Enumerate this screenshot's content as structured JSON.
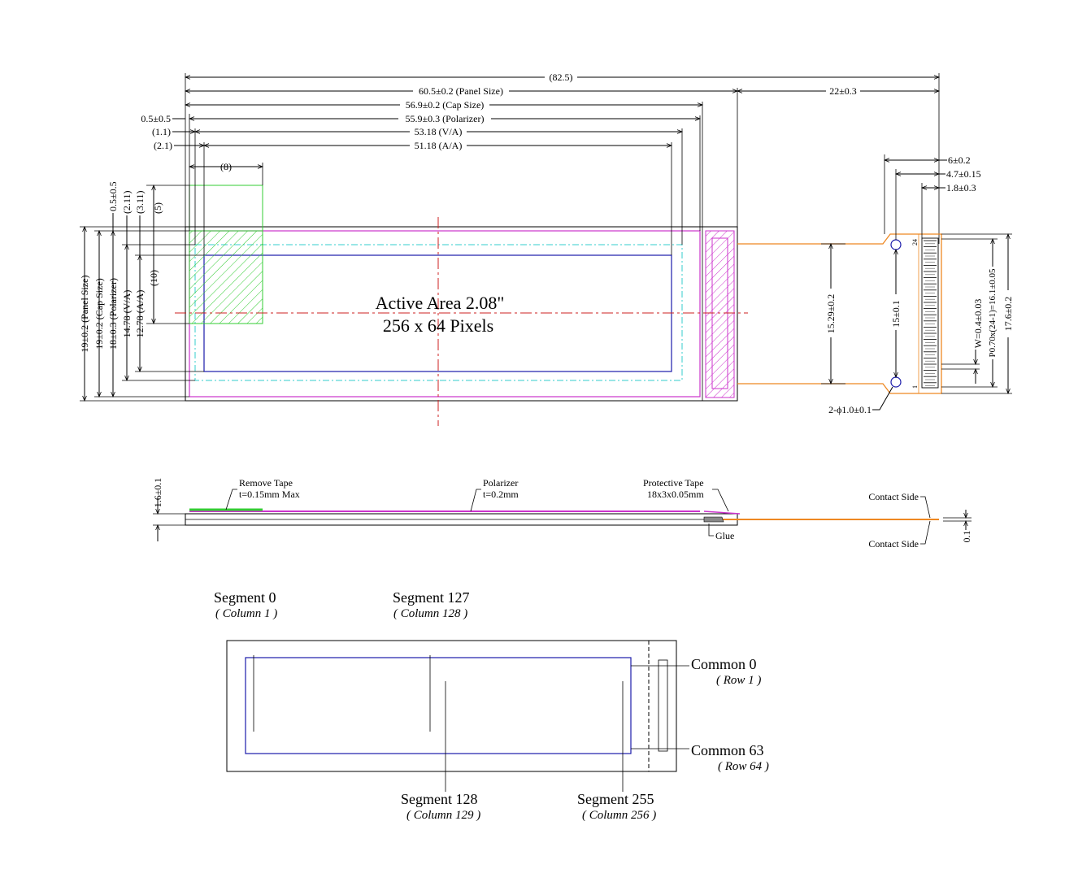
{
  "front_view": {
    "width_dims": {
      "overall": "(82.5)",
      "panel_size": "60.5±0.2 (Panel Size)",
      "fpc_length": "22±0.3",
      "cap_size": "56.9±0.2 (Cap Size)",
      "polarizer": "55.9±0.3 (Polarizer)",
      "va": "53.18 (V/A)",
      "aa": "51.18 (A/A)",
      "offset_0_5": "0.5±0.5",
      "offset_1_1": "(1.1)",
      "offset_2_1": "(2.1)",
      "tape_width": "(8)"
    },
    "height_dims": {
      "panel_size": "19±0.2 (Panel Size)",
      "cap_size": "19±0.2 (Cap Size)",
      "polarizer": "18±0.3 (Polarizer)",
      "va": "14.78 (V/A)",
      "aa": "12.78 (A/A)",
      "tape_height": "(10)",
      "offset_0_5": "0.5±0.5",
      "offset_2_11": "(2.11)",
      "offset_3_11": "(3.11)",
      "offset_5": "(5)"
    },
    "active_area_line1": "Active Area 2.08\"",
    "active_area_line2": "256 x 64 Pixels",
    "fpc_dims": {
      "d6": "6±0.2",
      "d4_7": "4.7±0.15",
      "d1_8": "1.8±0.3",
      "d15_29": "15.29±0.2",
      "d15": "15±0.1",
      "pin_w": "W=0.4±0.03",
      "pitch": "P0.70x(24-1)=16.1±0.05",
      "d17_6": "17.6±0.2",
      "holes": "2-ϕ1.0±0.1",
      "pin_top": "24",
      "pin_bottom": "1"
    }
  },
  "side_view": {
    "thickness": "1.6±0.1",
    "remove_tape": "Remove Tape",
    "remove_tape_t": "t=0.15mm Max",
    "polarizer": "Polarizer",
    "polarizer_t": "t=0.2mm",
    "protective_tape": "Protective Tape",
    "protective_tape_size": "18x3x0.05mm",
    "glue": "Glue",
    "contact_top": "Contact Side",
    "contact_bottom": "Contact Side",
    "fpc_thickness": "0.1"
  },
  "pixel_map": {
    "seg0": "Segment 0",
    "seg0_col": "( Column 1 )",
    "seg127": "Segment 127",
    "seg127_col": "( Column 128 )",
    "seg128": "Segment 128",
    "seg128_col": "( Column 129 )",
    "seg255": "Segment 255",
    "seg255_col": "( Column 256 )",
    "com0": "Common 0",
    "com0_row": "( Row 1 )",
    "com63": "Common 63",
    "com63_row": "( Row 64 )"
  },
  "colors": {
    "polarizer_outline": "#cc33cc",
    "viewing_area": "#33cccc",
    "active_area": "#1a1aaa",
    "center_line": "#cc2222",
    "fpc": "#ee8822",
    "remove_tape": "#33cc33"
  }
}
